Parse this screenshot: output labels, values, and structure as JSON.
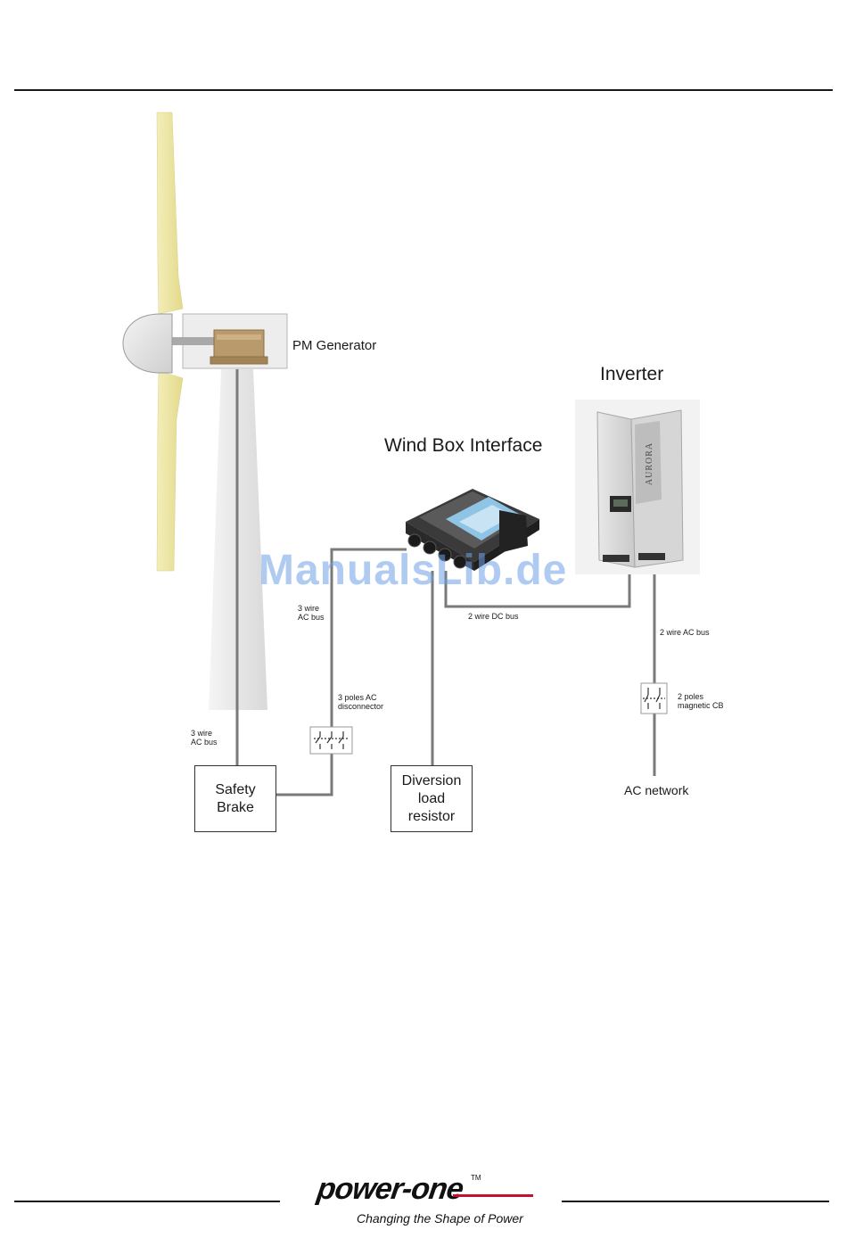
{
  "labels": {
    "pm_generator": "PM Generator",
    "inverter": "Inverter",
    "wind_box_interface": "Wind Box Interface",
    "ac_bus_3wire_tower": "3 wire\nAC bus",
    "ac_bus_3wire_box": "3 wire\nAC bus",
    "dc_bus_2wire": "2 wire DC bus",
    "ac_bus_2wire": "2 wire AC bus",
    "disconnector": "3 poles AC\ndisconnector",
    "magnetic_cb": "2 poles\nmagnetic CB",
    "ac_network": "AC network",
    "inverter_brand": "AURORA"
  },
  "boxes": {
    "safety_brake": "Safety\nBrake",
    "diversion_load": "Diversion\nload\nresistor"
  },
  "watermark": "ManualsLib.de",
  "logo": {
    "name": "power-one",
    "tm": "TM",
    "tagline": "Changing the Shape of Power"
  },
  "colors": {
    "blade": "#efe7a4",
    "wire": "#7a7a7a",
    "nacelle": "#ececec",
    "generator": "#b89a6c",
    "logo_accent": "#c8102e",
    "watermark": "#6ea0e6"
  }
}
